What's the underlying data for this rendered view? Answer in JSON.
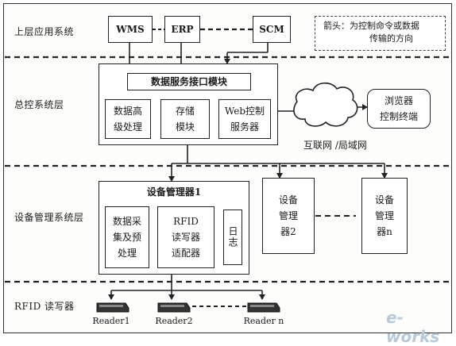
{
  "layers": {
    "upper": "上层应用系统",
    "control": "总控系统层",
    "device_mgmt": "设备管理系统层",
    "rfid": "RFID 读写器"
  },
  "upper_systems": {
    "wms": "WMS",
    "erp": "ERP",
    "scm": "SCM"
  },
  "legend": {
    "line1": "箭头：为控制命令或数据",
    "line2": "传输的方向"
  },
  "control": {
    "interface_module": "数据服务接口模块",
    "data_processing": [
      "数据高",
      "级处理"
    ],
    "storage": [
      "存储",
      "模块"
    ],
    "web_server": [
      "Web控制",
      "服务器"
    ],
    "network_label": "互联网 /局域网",
    "browser_terminal": [
      "浏览器",
      "控制终端"
    ]
  },
  "device_manager_1": {
    "title": "设备管理器1",
    "acquisition": [
      "数据采",
      "集及预",
      "处理"
    ],
    "rfid_adapter": [
      "RFID",
      "读写器",
      "适配器"
    ],
    "log": "日志"
  },
  "device_manager_2": [
    "设备",
    "管理",
    "器2"
  ],
  "device_manager_n": [
    "设备",
    "管理",
    "器n"
  ],
  "readers": [
    "Reader1",
    "Reader2",
    "Reader n"
  ],
  "watermark": "e-works"
}
